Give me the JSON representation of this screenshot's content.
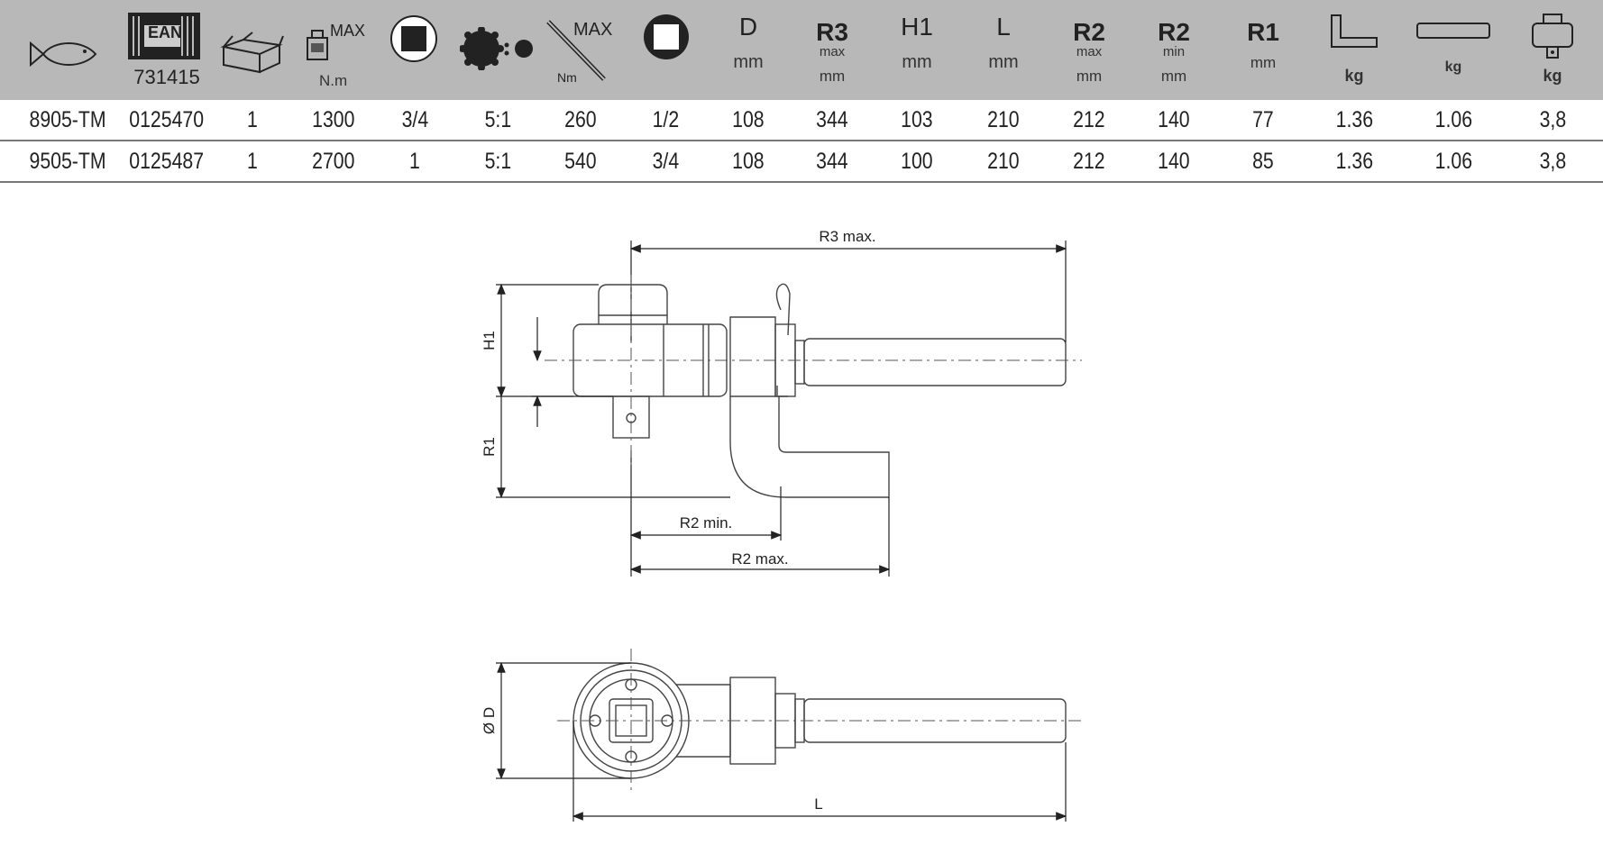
{
  "header": {
    "ean_label": "EAN",
    "ean_number": "731415",
    "max_label_1": "MAX",
    "torque_unit": "N.m",
    "max_label_2": "MAX",
    "nm_label": "Nm",
    "columns": [
      {
        "symbol": "D",
        "sub": "",
        "unit": "mm"
      },
      {
        "symbol": "R3",
        "sub": "max",
        "unit": "mm"
      },
      {
        "symbol": "H1",
        "sub": "",
        "unit": "mm"
      },
      {
        "symbol": "L",
        "sub": "",
        "unit": "mm"
      },
      {
        "symbol": "R2",
        "sub": "max",
        "unit": "mm"
      },
      {
        "symbol": "R2",
        "sub": "min",
        "unit": "mm"
      },
      {
        "symbol": "R1",
        "sub": "",
        "unit": "mm"
      }
    ],
    "weight_units": [
      "kg",
      "kg",
      "kg"
    ]
  },
  "rows": [
    [
      "8905-TM",
      "0125470",
      "1",
      "1300",
      "3/4",
      "5:1",
      "260",
      "1/2",
      "108",
      "344",
      "103",
      "210",
      "212",
      "140",
      "77",
      "1.36",
      "1.06",
      "3,8"
    ],
    [
      "9505-TM",
      "0125487",
      "1",
      "2700",
      "1",
      "5:1",
      "540",
      "3/4",
      "108",
      "344",
      "100",
      "210",
      "212",
      "140",
      "85",
      "1.36",
      "1.06",
      "3,8"
    ]
  ],
  "drawing": {
    "r3": "R3 max.",
    "h1": "H1",
    "r1": "R1",
    "r2min": "R2 min.",
    "r2max": "R2 max.",
    "d": "Ø D",
    "l": "L"
  }
}
